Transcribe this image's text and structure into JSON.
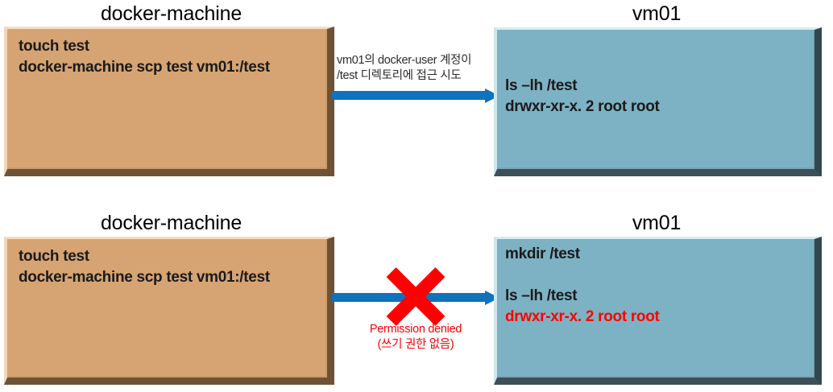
{
  "diagram": {
    "title": "docker-machine scp permission diagram",
    "colors": {
      "orange_box": "#D6A473",
      "teal_box": "#7DB2C4",
      "arrow_blue": "#0F72BC",
      "error_red": "#FF0000",
      "text_black": "#1A1A1A"
    },
    "rows": [
      {
        "id": "row-success",
        "left_node": {
          "title": "docker-machine",
          "body": "touch test\ndocker-machine scp test vm01:/test"
        },
        "arrow": {
          "label": "vm01의 docker-user 계정이\n/test 디렉토리에 접근 시도",
          "blocked": false
        },
        "right_node": {
          "title": "vm01",
          "line1": "ls –lh  /test",
          "line2": "drwxr-xr-x.   2 root root",
          "line2_color": "normal"
        }
      },
      {
        "id": "row-denied",
        "left_node": {
          "title": "docker-machine",
          "body": "touch test\ndocker-machine scp test vm01:/test"
        },
        "arrow": {
          "label_en": "Permission denied",
          "label_ko": "(쓰기 권한 없음)",
          "blocked": true,
          "block_icon": "red-x-icon"
        },
        "right_node": {
          "title": "vm01",
          "line0": "mkdir /test",
          "line1": "ls –lh  /test",
          "line2": "drwxr-xr-x.   2 root root",
          "line2_color": "red"
        }
      }
    ]
  }
}
